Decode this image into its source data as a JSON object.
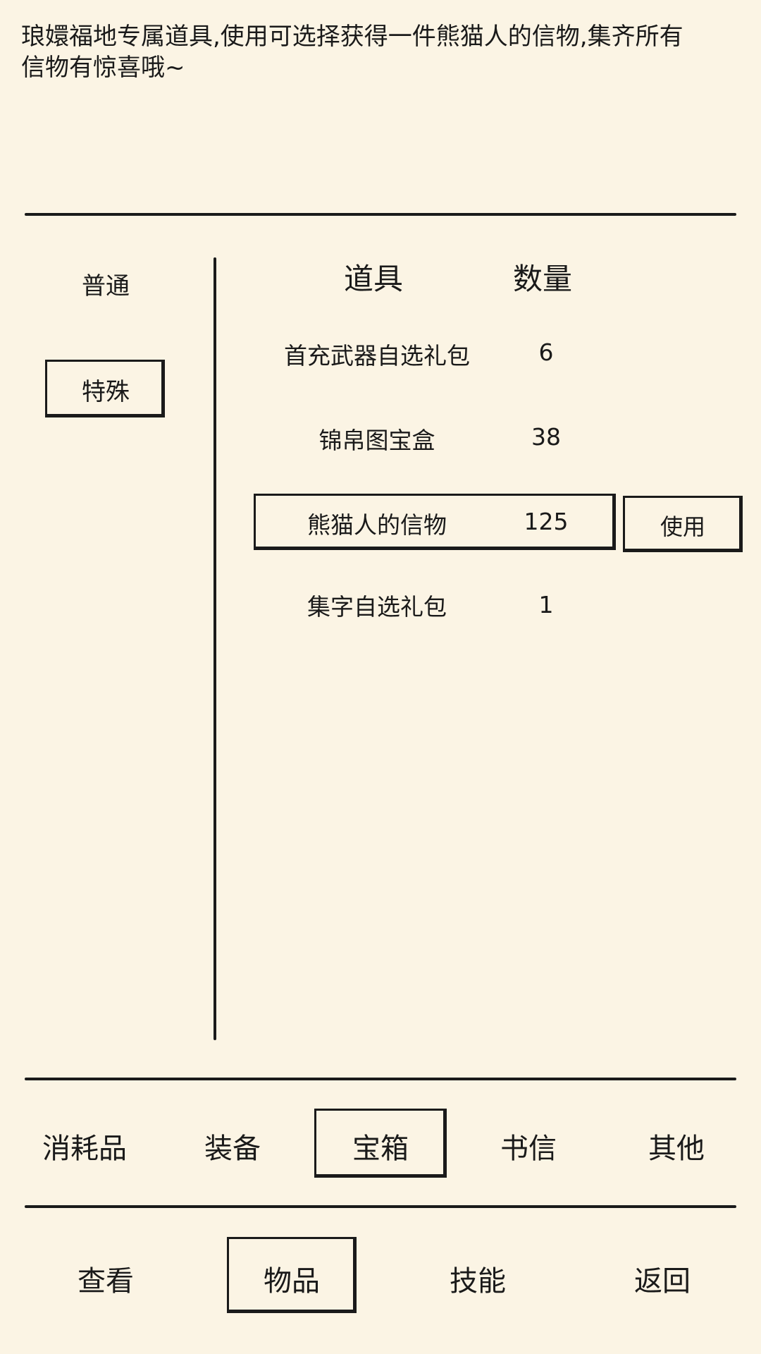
{
  "item_detail": {
    "description": "琅嬛福地专属道具,使用可选择获得一件熊猫人的信物,集齐所有信物有惊喜哦~"
  },
  "subcategories": [
    {
      "label": "普通",
      "selected": false
    },
    {
      "label": "特殊",
      "selected": true
    }
  ],
  "item_table": {
    "headers": {
      "name": "道具",
      "count": "数量"
    },
    "rows": [
      {
        "name": "首充武器自选礼包",
        "count": "6",
        "selected": false
      },
      {
        "name": "锦帛图宝盒",
        "count": "38",
        "selected": false
      },
      {
        "name": "熊猫人的信物",
        "count": "125",
        "selected": true
      },
      {
        "name": "集字自选礼包",
        "count": "1",
        "selected": false
      }
    ],
    "use_button": "使用"
  },
  "category_tabs": [
    {
      "label": "消耗品",
      "selected": false
    },
    {
      "label": "装备",
      "selected": false
    },
    {
      "label": "宝箱",
      "selected": true
    },
    {
      "label": "书信",
      "selected": false
    },
    {
      "label": "其他",
      "selected": false
    }
  ],
  "bottom_nav": [
    {
      "label": "查看",
      "selected": false
    },
    {
      "label": "物品",
      "selected": true
    },
    {
      "label": "技能",
      "selected": false
    },
    {
      "label": "返回",
      "selected": false
    }
  ],
  "colors": {
    "background": "#fbf4e4",
    "ink": "#1a1a1a"
  }
}
